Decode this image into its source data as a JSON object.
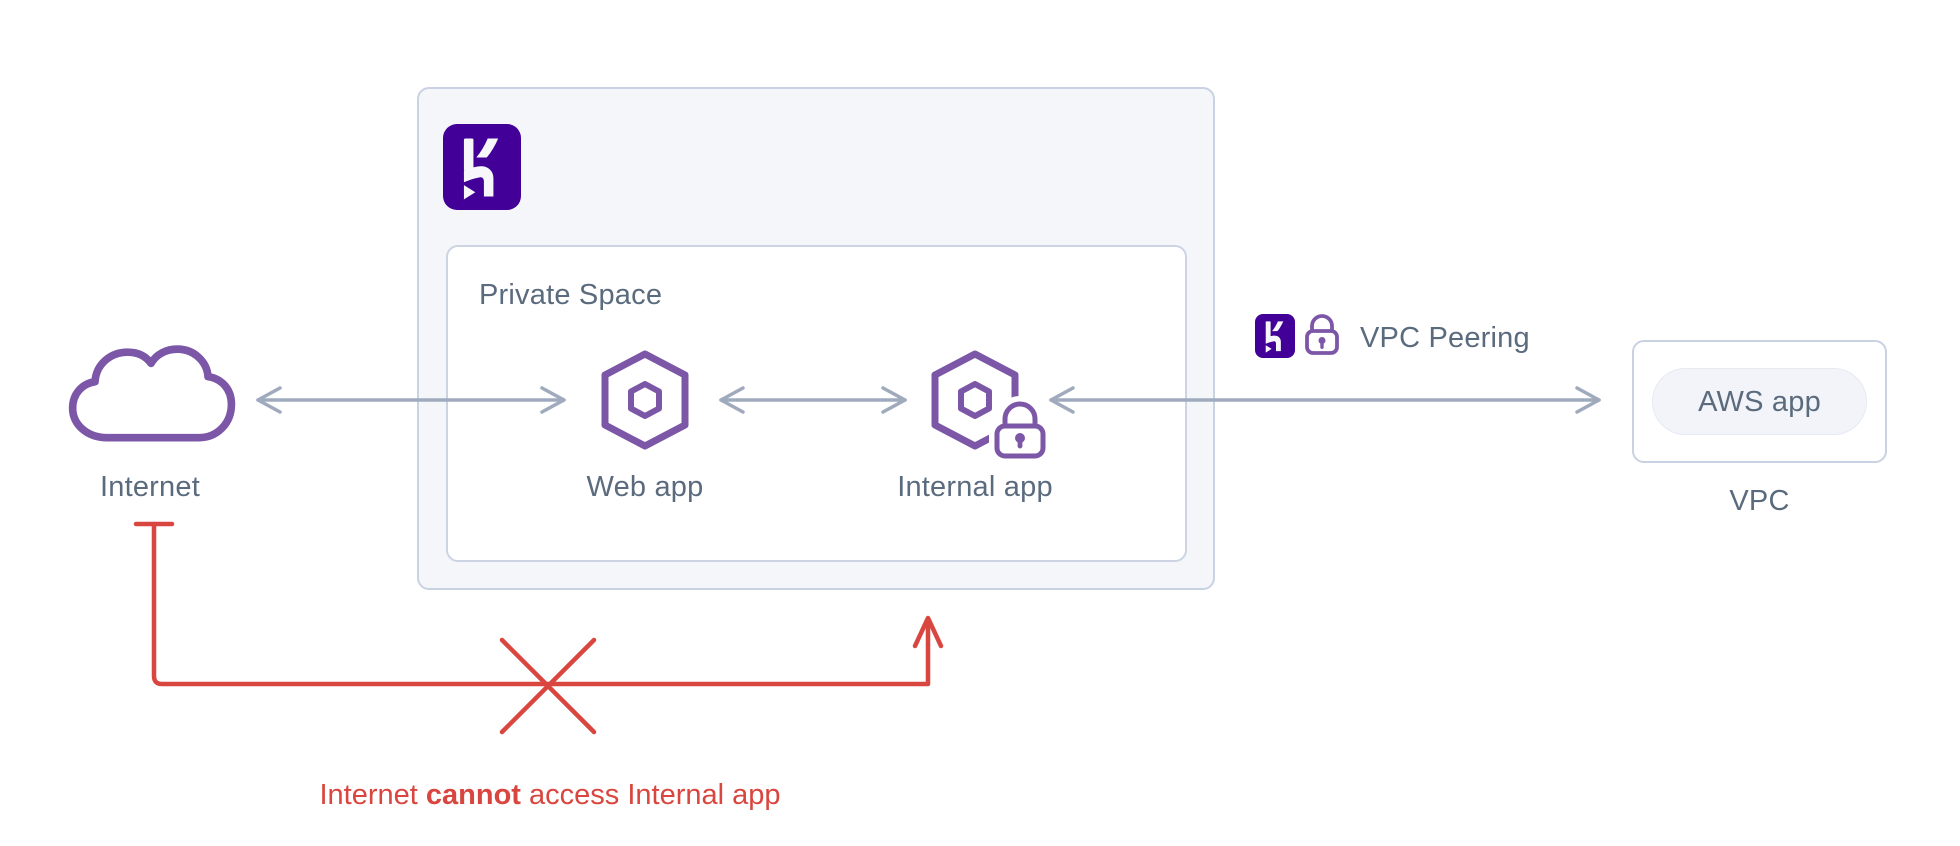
{
  "diagram": {
    "internet": {
      "label": "Internet"
    },
    "heroku_space": {
      "logo_icon": "heroku-logo-icon",
      "private_space": {
        "title": "Private Space",
        "web_app": {
          "label": "Web app",
          "icon": "hexagon-app-icon"
        },
        "internal_app": {
          "label": "Internal app",
          "icon": "hexagon-app-lock-icon"
        }
      }
    },
    "vpc_peering": {
      "label": "VPC Peering",
      "icons": [
        "heroku-logo-mini-icon",
        "padlock-icon"
      ]
    },
    "aws": {
      "app_label": "AWS app",
      "vpc_label": "VPC"
    },
    "connections": [
      "internet-webapp-bidirectional",
      "webapp-internalapp-bidirectional",
      "internalapp-awsapp-bidirectional"
    ],
    "annotation": {
      "prefix": "Internet ",
      "bold": "cannot",
      "suffix": " access Internal app"
    }
  },
  "colors": {
    "heroku_purple": "#430098",
    "icon_purple": "#7d57a7",
    "slate_text": "#5b6b7e",
    "arrow_grey": "#9fabbd",
    "alert_red": "#d9463f",
    "outer_box_bg": "#f4f6fa",
    "box_border": "#c9d2e2",
    "pill_bg": "#f2f4f9"
  }
}
